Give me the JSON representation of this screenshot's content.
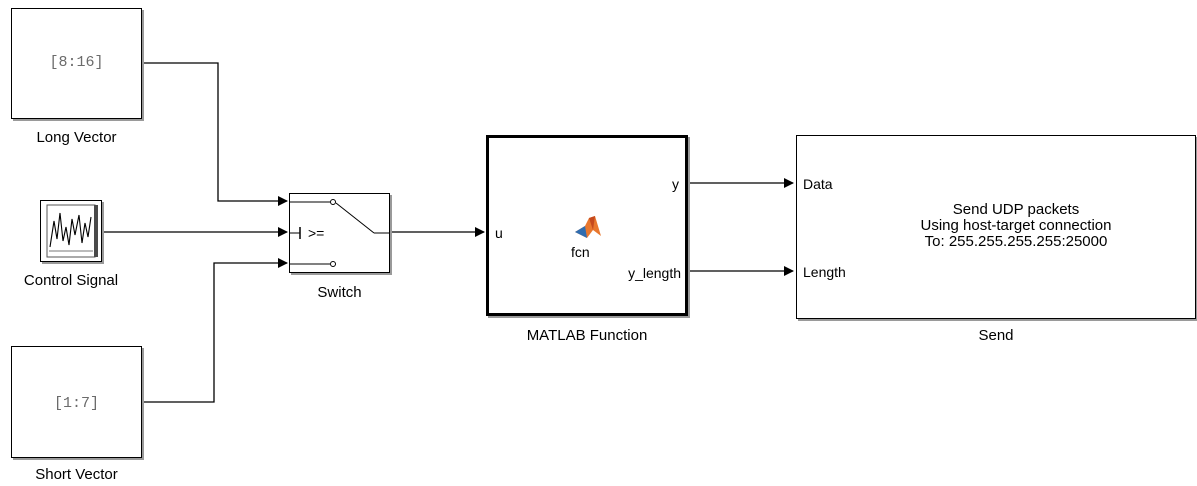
{
  "diagram": {
    "blocks": {
      "long_vector": {
        "value": "[8:16]",
        "label": "Long Vector"
      },
      "control_signal": {
        "label": "Control Signal"
      },
      "short_vector": {
        "value": "[1:7]",
        "label": "Short Vector"
      },
      "switch": {
        "label": "Switch",
        "criteria": ">="
      },
      "matlab_function": {
        "label": "MATLAB Function",
        "name": "fcn",
        "input_port": "u",
        "output_ports": [
          "y",
          "y_length"
        ]
      },
      "send": {
        "label": "Send",
        "input_ports": [
          "Data",
          "Length"
        ],
        "description": [
          "Send UDP packets",
          "Using host-target connection",
          "To: 255.255.255.255:25000"
        ]
      }
    }
  }
}
